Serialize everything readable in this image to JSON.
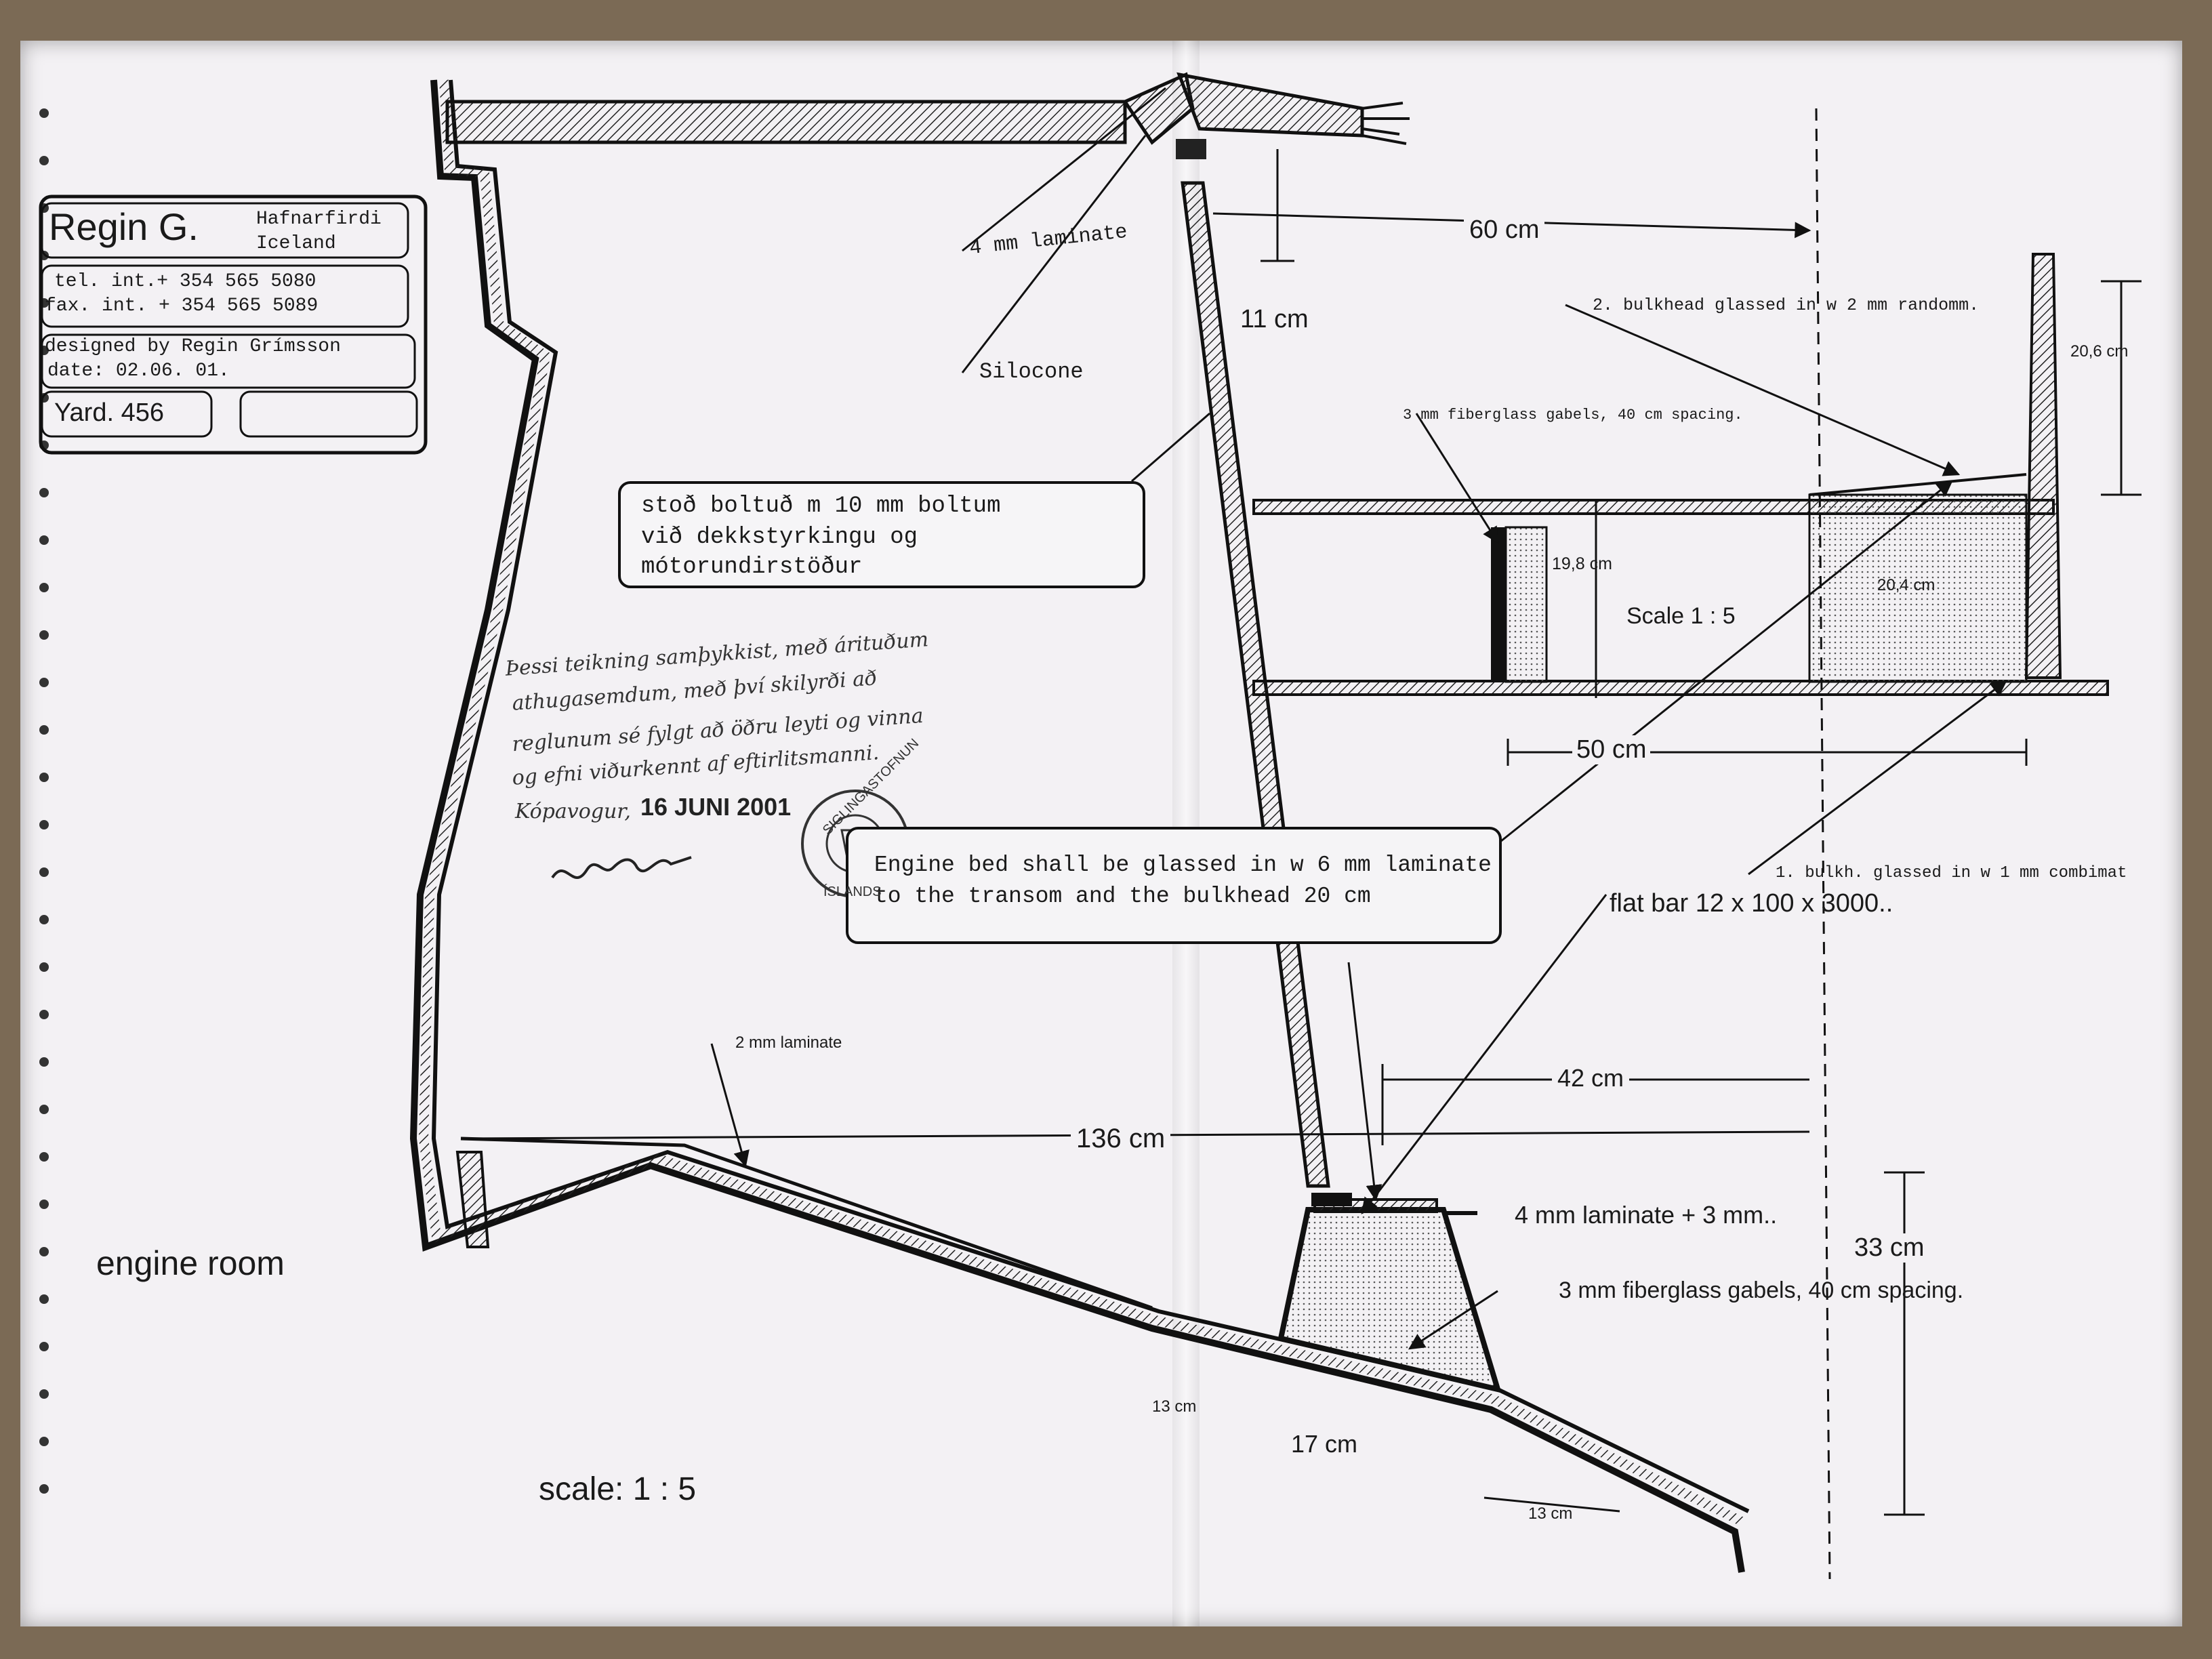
{
  "title_block": {
    "name": "Regin G.",
    "location_line1": "Hafnarfirdi",
    "location_line2": "Iceland",
    "tel": "tel.  int.+ 354 565 5080",
    "fax": "fax.  int. + 354 565 5089",
    "designed_by": "designed by Regin Grímsson",
    "date": "date: 02.06. 01.",
    "yard": "Yard. 456"
  },
  "labels": {
    "laminate_4mm": "4 mm laminate",
    "silicone": "Silocone",
    "dim_60": "60 cm",
    "dim_11": "11 cm",
    "bulkhead2": "2. bulkhead glassed in w 2 mm randomm.",
    "dim_206": "20,6 cm",
    "gabels_top": "3 mm fiberglass gabels, 40 cm spacing.",
    "dim_198": "19,8 cm",
    "dim_204": "20,4 cm",
    "scale_detail": "Scale 1 : 5",
    "dim_50": "50 cm",
    "bulkhead1": "1. bulkh. glassed in w 1 mm combimat",
    "flat_bar": "flat bar 12 x 100 x 3000..",
    "laminate_2mm": "2 mm laminate",
    "dim_42": "42 cm",
    "dim_136": "136 cm",
    "laminate_4_3": "4 mm laminate + 3 mm..",
    "dim_33": "33 cm",
    "gabels_bottom": "3 mm fiberglass gabels, 40 cm spacing.",
    "dim_13a": "13 cm",
    "dim_17": "17 cm",
    "dim_13b": "13 cm",
    "engine_room": "engine room",
    "scale_main": "scale:  1  :  5"
  },
  "note_box": {
    "line1": "stoð boltuð m 10 mm boltum",
    "line2": "við dekkstyrkingu og",
    "line3": "mótorundirstöður"
  },
  "engine_box": {
    "line1": "Engine bed shall be glassed in w 6 mm laminate",
    "line2": "to the transom and the bulkhead  20 cm"
  },
  "approval": {
    "line1": "Þessi teikning samþykkist, með árituðum",
    "line2": "athugasemdum, með því skilyrði að",
    "line3": "reglunum sé fylgt að öðru leyti og vinna",
    "line4": "og efni viðurkennt af eftirlitsmanni.",
    "place": "Kópavogur,",
    "date": "16 JUNI 2001"
  },
  "stamp": {
    "top_text": "SIGLINGASTOFNUN",
    "bottom_text": "ÍSLANDS"
  }
}
